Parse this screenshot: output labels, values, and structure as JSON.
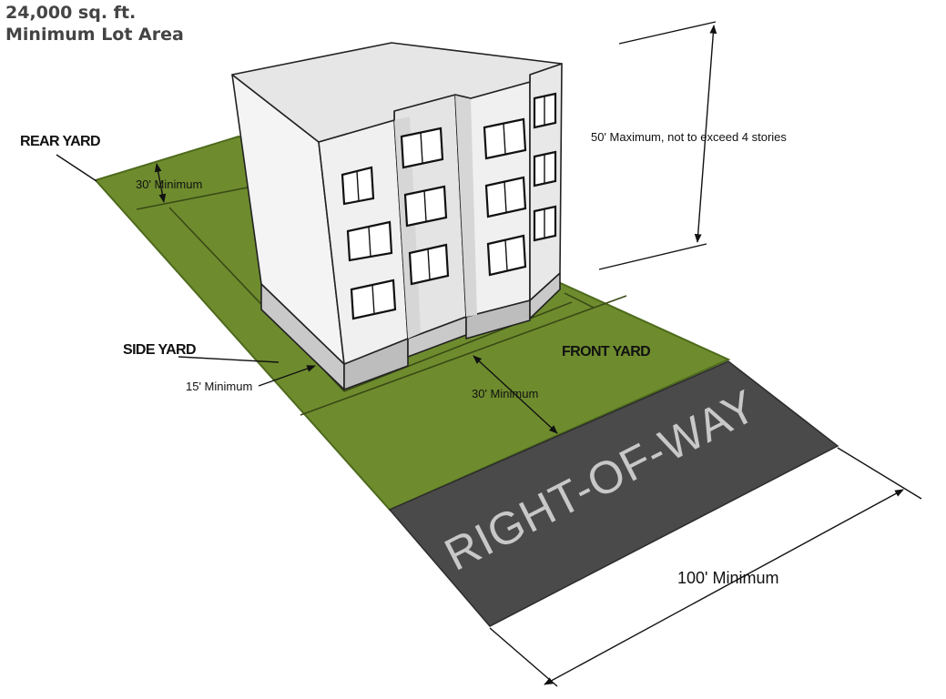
{
  "header": {
    "area_value": "24,000 sq. ft.",
    "area_label": "Minimum Lot Area"
  },
  "labels": {
    "rear_yard": "REAR YARD",
    "side_yard": "SIDE YARD",
    "front_yard": "FRONT YARD",
    "right_of_way": "RIGHT-OF-WAY"
  },
  "dimensions": {
    "rear_setback": "30' Minimum",
    "side_setback": "15' Minimum",
    "front_setback": "30' Minimum",
    "height": "50' Maximum, not to exceed 4 stories",
    "lot_width": "100' Minimum"
  },
  "colors": {
    "lot_green": "#6e8c2e",
    "lot_edge": "#4e6a1c",
    "road": "#4a4a4a",
    "wall_light": "#f4f4f4",
    "wall_shade": "#e2e2e2",
    "roof": "#e6e6e6",
    "base": "#c9c9c9"
  }
}
